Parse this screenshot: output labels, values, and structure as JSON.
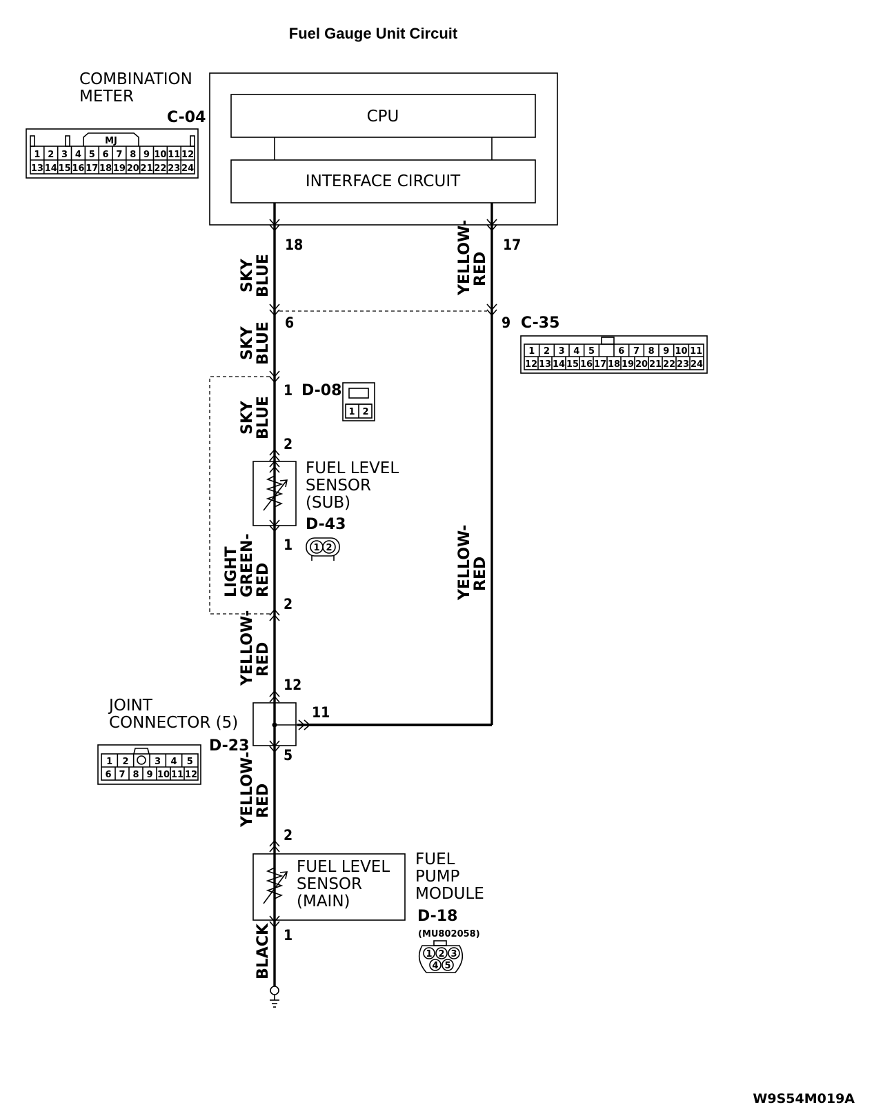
{
  "title": "Fuel Gauge Unit Circuit",
  "ref_code": "W9S54M019A",
  "combination_meter": {
    "label_line1": "COMBINATION",
    "label_line2": "METER",
    "connector": "C-04",
    "connector_tag": "MJ",
    "pins_top": [
      "1",
      "2",
      "3",
      "4",
      "5",
      "6",
      "7",
      "8",
      "9",
      "10",
      "11",
      "12"
    ],
    "pins_bottom": [
      "13",
      "14",
      "15",
      "16",
      "17",
      "18",
      "19",
      "20",
      "21",
      "22",
      "23",
      "24"
    ],
    "cpu_label": "CPU",
    "interface_label": "INTERFACE CIRCUIT"
  },
  "c35": {
    "connector": "C-35",
    "pins_top": [
      "1",
      "2",
      "3",
      "4",
      "5",
      "",
      "6",
      "7",
      "8",
      "9",
      "10",
      "11"
    ],
    "pins_bottom": [
      "12",
      "13",
      "14",
      "15",
      "16",
      "17",
      "18",
      "19",
      "20",
      "21",
      "22",
      "23",
      "24"
    ]
  },
  "d08": {
    "connector": "D-08",
    "pins": [
      "1",
      "2"
    ]
  },
  "d43": {
    "connector": "D-43",
    "pins": [
      "1",
      "2"
    ]
  },
  "joint": {
    "label_line1": "JOINT",
    "label_line2": "CONNECTOR (5)",
    "connector": "D-23",
    "pins_top": [
      "1",
      "2",
      "",
      "3",
      "4",
      "5"
    ],
    "pins_bottom": [
      "6",
      "7",
      "8",
      "9",
      "10",
      "11",
      "12"
    ]
  },
  "sensor_sub": {
    "line1": "FUEL LEVEL",
    "line2": "SENSOR",
    "line3": "(SUB)"
  },
  "sensor_main": {
    "line1": "FUEL LEVEL",
    "line2": "SENSOR",
    "line3": "(MAIN)"
  },
  "pump_module": {
    "line1": "FUEL",
    "line2": "PUMP",
    "line3": "MODULE",
    "connector": "D-18",
    "part_no": "(MU802058)",
    "pins": [
      "1",
      "2",
      "3",
      "4",
      "5"
    ]
  },
  "pins": {
    "p18": "18",
    "p17": "17",
    "p6": "6",
    "p9": "9",
    "d08_1": "1",
    "d08_2": "2",
    "d43_1": "1",
    "d43_2": "2",
    "j12": "12",
    "j11": "11",
    "j5": "5",
    "m2": "2",
    "m1": "1"
  },
  "wires": {
    "sky_blue_1": "SKY",
    "sky_blue_2": "BLUE",
    "yellow_red_1": "YELLOW-",
    "yellow_red_2": "RED",
    "light_green_red_1": "LIGHT",
    "light_green_red_2": "GREEN-",
    "light_green_red_3": "RED",
    "black": "BLACK"
  }
}
